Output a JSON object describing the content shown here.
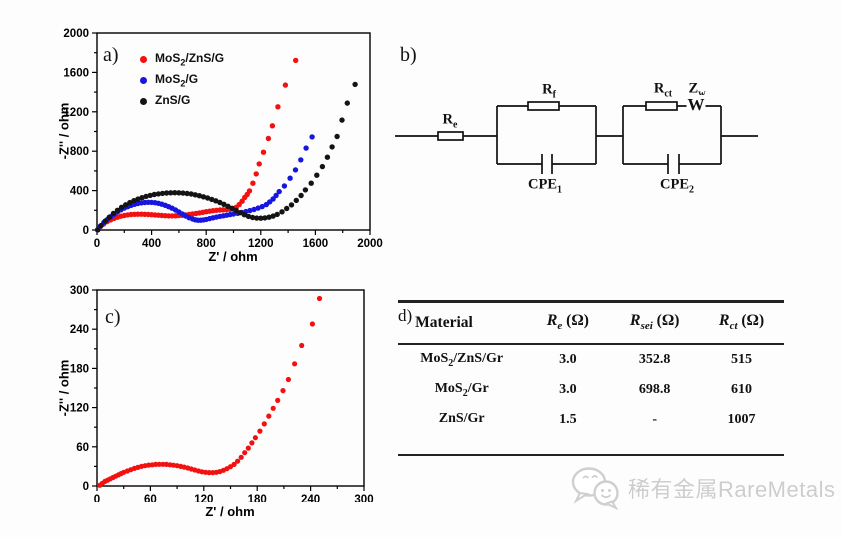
{
  "watermark": {
    "text": "稀有金属RareMetals"
  },
  "circuit": {
    "panel": "b)",
    "re": {
      "base": "R",
      "sub": "e"
    },
    "rf": {
      "base": "R",
      "sub": "f"
    },
    "rct": {
      "base": "R",
      "sub": "ct"
    },
    "zw": {
      "base": "Z",
      "sub": "w"
    },
    "cpe1": {
      "base": "CPE",
      "sub": "1"
    },
    "cpe2": {
      "base": "CPE",
      "sub": "2"
    },
    "warburg": "W"
  },
  "chart_data": [
    {
      "id": "nyquist-a",
      "type": "scatter",
      "panel": "a)",
      "xlabel": "Z' / ohm",
      "ylabel": "-Z'' / ohm",
      "xlim": [
        0,
        2000
      ],
      "ylim": [
        0,
        2000
      ],
      "xticks": [
        0,
        400,
        800,
        1200,
        1600,
        2000
      ],
      "yticks": [
        0,
        400,
        800,
        1200,
        1600,
        2000
      ],
      "xminor": 200,
      "yminor": 200,
      "grid": false,
      "legend_position": "top-left-inside",
      "series": [
        {
          "name": "MoS2/ZnS/G",
          "label": {
            "pre": "MoS",
            "sub": "2",
            "post": "/ZnS/G"
          },
          "color": "#f21010",
          "points": [
            [
              5,
              2
            ],
            [
              25,
              35
            ],
            [
              50,
              62
            ],
            [
              75,
              85
            ],
            [
              100,
              103
            ],
            [
              125,
              118
            ],
            [
              150,
              130
            ],
            [
              175,
              140
            ],
            [
              200,
              147
            ],
            [
              225,
              153
            ],
            [
              250,
              157
            ],
            [
              275,
              159
            ],
            [
              300,
              160
            ],
            [
              325,
              160
            ],
            [
              350,
              159
            ],
            [
              375,
              157
            ],
            [
              400,
              155
            ],
            [
              425,
              152
            ],
            [
              450,
              150
            ],
            [
              475,
              147
            ],
            [
              500,
              145
            ],
            [
              525,
              143
            ],
            [
              550,
              143
            ],
            [
              575,
              144
            ],
            [
              600,
              146
            ],
            [
              625,
              149
            ],
            [
              650,
              153
            ],
            [
              675,
              158
            ],
            [
              700,
              163
            ],
            [
              725,
              168
            ],
            [
              750,
              174
            ],
            [
              775,
              180
            ],
            [
              800,
              186
            ],
            [
              825,
              191
            ],
            [
              850,
              196
            ],
            [
              875,
              200
            ],
            [
              900,
              203
            ],
            [
              925,
              205
            ],
            [
              950,
              207
            ],
            [
              975,
              210
            ],
            [
              1000,
              216
            ],
            [
              1020,
              230
            ],
            [
              1042,
              258
            ],
            [
              1063,
              292
            ],
            [
              1082,
              330
            ],
            [
              1100,
              360
            ],
            [
              1117,
              397
            ],
            [
              1142,
              475
            ],
            [
              1166,
              570
            ],
            [
              1188,
              671
            ],
            [
              1220,
              790
            ],
            [
              1256,
              929
            ],
            [
              1285,
              1058
            ],
            [
              1325,
              1251
            ],
            [
              1380,
              1471
            ],
            [
              1456,
              1722
            ]
          ]
        },
        {
          "name": "MoS2/G",
          "label": {
            "pre": "MoS",
            "sub": "2",
            "post": "/G"
          },
          "color": "#1616e0",
          "points": [
            [
              5,
              2
            ],
            [
              25,
              40
            ],
            [
              50,
              75
            ],
            [
              75,
              105
            ],
            [
              100,
              135
            ],
            [
              125,
              160
            ],
            [
              150,
              185
            ],
            [
              175,
              205
            ],
            [
              200,
              222
            ],
            [
              225,
              237
            ],
            [
              250,
              250
            ],
            [
              275,
              261
            ],
            [
              300,
              269
            ],
            [
              325,
              275
            ],
            [
              350,
              279
            ],
            [
              375,
              281
            ],
            [
              400,
              280
            ],
            [
              425,
              277
            ],
            [
              450,
              271
            ],
            [
              475,
              262
            ],
            [
              500,
              251
            ],
            [
              525,
              237
            ],
            [
              550,
              221
            ],
            [
              575,
              203
            ],
            [
              600,
              183
            ],
            [
              625,
              162
            ],
            [
              650,
              142
            ],
            [
              675,
              125
            ],
            [
              700,
              112
            ],
            [
              720,
              104
            ],
            [
              740,
              100
            ],
            [
              760,
              100
            ],
            [
              780,
              103
            ],
            [
              800,
              108
            ],
            [
              825,
              116
            ],
            [
              850,
              124
            ],
            [
              875,
              131
            ],
            [
              900,
              138
            ],
            [
              925,
              144
            ],
            [
              950,
              150
            ],
            [
              975,
              156
            ],
            [
              1000,
              162
            ],
            [
              1030,
              170
            ],
            [
              1060,
              178
            ],
            [
              1090,
              187
            ],
            [
              1120,
              197
            ],
            [
              1150,
              208
            ],
            [
              1180,
              222
            ],
            [
              1210,
              238
            ],
            [
              1240,
              258
            ],
            [
              1265,
              285
            ],
            [
              1290,
              315
            ],
            [
              1312,
              350
            ],
            [
              1335,
              390
            ],
            [
              1373,
              447
            ],
            [
              1415,
              526
            ],
            [
              1454,
              610
            ],
            [
              1493,
              712
            ],
            [
              1532,
              831
            ],
            [
              1576,
              945
            ]
          ]
        },
        {
          "name": "ZnS/G",
          "label": {
            "pre": "ZnS/G",
            "sub": "",
            "post": ""
          },
          "color": "#141414",
          "points": [
            [
              5,
              2
            ],
            [
              30,
              45
            ],
            [
              60,
              90
            ],
            [
              90,
              130
            ],
            [
              120,
              168
            ],
            [
              150,
              200
            ],
            [
              180,
              230
            ],
            [
              210,
              256
            ],
            [
              240,
              278
            ],
            [
              270,
              297
            ],
            [
              300,
              314
            ],
            [
              330,
              328
            ],
            [
              360,
              341
            ],
            [
              390,
              351
            ],
            [
              420,
              360
            ],
            [
              450,
              367
            ],
            [
              480,
              372
            ],
            [
              510,
              376
            ],
            [
              540,
              378
            ],
            [
              570,
              379
            ],
            [
              600,
              378
            ],
            [
              630,
              375
            ],
            [
              660,
              371
            ],
            [
              690,
              365
            ],
            [
              720,
              357
            ],
            [
              750,
              348
            ],
            [
              780,
              337
            ],
            [
              810,
              325
            ],
            [
              840,
              311
            ],
            [
              870,
              296
            ],
            [
              900,
              279
            ],
            [
              930,
              261
            ],
            [
              960,
              241
            ],
            [
              990,
              220
            ],
            [
              1020,
              198
            ],
            [
              1050,
              176
            ],
            [
              1080,
              155
            ],
            [
              1110,
              138
            ],
            [
              1140,
              127
            ],
            [
              1170,
              121
            ],
            [
              1200,
              120
            ],
            [
              1230,
              123
            ],
            [
              1260,
              130
            ],
            [
              1290,
              141
            ],
            [
              1320,
              158
            ],
            [
              1355,
              185
            ],
            [
              1390,
              218
            ],
            [
              1425,
              255
            ],
            [
              1460,
              300
            ],
            [
              1495,
              350
            ],
            [
              1527,
              407
            ],
            [
              1569,
              475
            ],
            [
              1610,
              556
            ],
            [
              1651,
              644
            ],
            [
              1688,
              739
            ],
            [
              1722,
              844
            ],
            [
              1759,
              949
            ],
            [
              1795,
              1116
            ],
            [
              1834,
              1288
            ],
            [
              1891,
              1478
            ]
          ]
        }
      ]
    },
    {
      "id": "nyquist-c",
      "type": "scatter",
      "panel": "c)",
      "xlabel": "Z' / ohm",
      "ylabel": "-Z'' / ohm",
      "xlim": [
        0,
        300
      ],
      "ylim": [
        0,
        300
      ],
      "xticks": [
        0,
        60,
        120,
        180,
        240,
        300
      ],
      "yticks": [
        0,
        60,
        120,
        180,
        240,
        300
      ],
      "xminor": 30,
      "yminor": 30,
      "grid": false,
      "series": [
        {
          "name": "MoS2/ZnS/G",
          "label": {
            "pre": "MoS",
            "sub": "2",
            "post": "/ZnS/G"
          },
          "color": "#f21010",
          "points": [
            [
              3,
              1
            ],
            [
              6,
              4
            ],
            [
              9,
              7
            ],
            [
              12,
              9
            ],
            [
              15,
              11
            ],
            [
              18,
              13
            ],
            [
              21,
              15
            ],
            [
              24,
              17
            ],
            [
              27,
              19
            ],
            [
              30,
              21
            ],
            [
              34,
              23
            ],
            [
              38,
              25
            ],
            [
              42,
              27
            ],
            [
              46,
              28.5
            ],
            [
              50,
              30
            ],
            [
              54,
              31
            ],
            [
              58,
              32
            ],
            [
              62,
              32.5
            ],
            [
              66,
              33
            ],
            [
              70,
              33.2
            ],
            [
              74,
              33.2
            ],
            [
              78,
              33
            ],
            [
              82,
              32.5
            ],
            [
              86,
              31.8
            ],
            [
              90,
              31
            ],
            [
              94,
              30
            ],
            [
              98,
              29
            ],
            [
              102,
              27.5
            ],
            [
              106,
              26
            ],
            [
              110,
              24.5
            ],
            [
              114,
              23
            ],
            [
              118,
              21.8
            ],
            [
              122,
              21
            ],
            [
              126,
              20.5
            ],
            [
              130,
              20.5
            ],
            [
              134,
              21
            ],
            [
              138,
              22
            ],
            [
              142,
              24
            ],
            [
              146,
              26.5
            ],
            [
              150,
              29.5
            ],
            [
              154,
              33
            ],
            [
              158,
              38
            ],
            [
              162,
              44
            ],
            [
              166,
              51
            ],
            [
              170,
              58
            ],
            [
              174,
              66
            ],
            [
              178,
              74
            ],
            [
              183,
              84
            ],
            [
              188,
              95
            ],
            [
              193,
              107
            ],
            [
              198,
              119
            ],
            [
              203,
              131
            ],
            [
              209,
              146
            ],
            [
              215,
              163
            ],
            [
              222,
              187
            ],
            [
              230,
              215
            ],
            [
              242,
              248
            ],
            [
              250,
              287
            ]
          ]
        }
      ]
    },
    {
      "id": "fit-table",
      "type": "table",
      "panel": "d)",
      "columns": [
        {
          "text": "Material"
        },
        {
          "base": "R",
          "sub": "e",
          "unit": "(Ω)"
        },
        {
          "base": "R",
          "sub": "sei",
          "unit": "(Ω)"
        },
        {
          "base": "R",
          "sub": "ct",
          "unit": "(Ω)"
        }
      ],
      "rows": [
        {
          "material": {
            "pre": "MoS",
            "sub": "2",
            "post": "/ZnS/Gr"
          },
          "re": "3.0",
          "rsei": "352.8",
          "rct": "515"
        },
        {
          "material": {
            "pre": "MoS",
            "sub": "2",
            "post": "/Gr"
          },
          "re": "3.0",
          "rsei": "698.8",
          "rct": "610"
        },
        {
          "material": {
            "pre": "ZnS/Gr",
            "sub": "",
            "post": ""
          },
          "re": "1.5",
          "rsei": "-",
          "rct": "1007"
        }
      ]
    }
  ]
}
